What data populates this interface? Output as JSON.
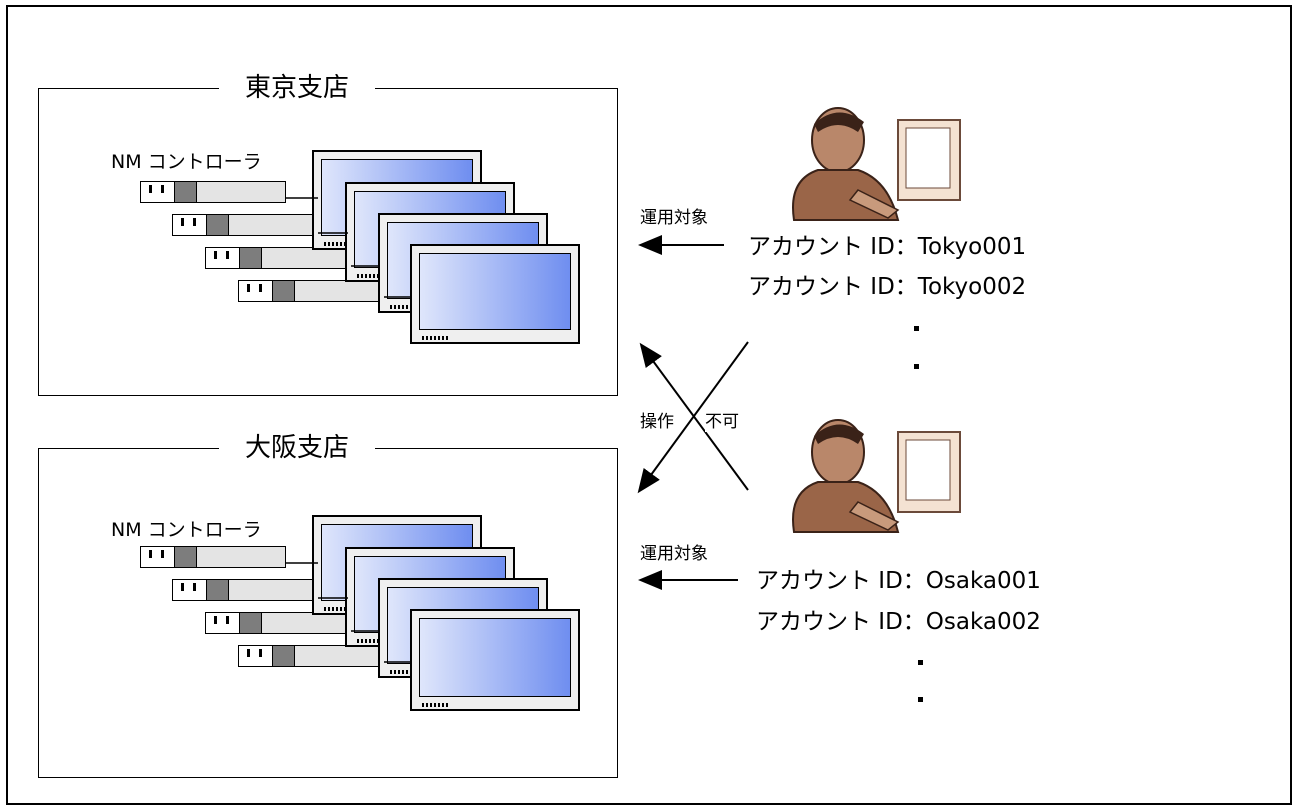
{
  "branches": [
    {
      "title": "東京支店",
      "controller_label": "NM コントローラ"
    },
    {
      "title": "大阪支店",
      "controller_label": "NM コントローラ"
    }
  ],
  "operators": [
    {
      "target_label": "運用対象",
      "accounts": [
        "アカウント ID：Tokyo001",
        "アカウント ID：Tokyo002"
      ]
    },
    {
      "target_label": "運用対象",
      "accounts": [
        "アカウント ID：Osaka001",
        "アカウント ID：Osaka002"
      ]
    }
  ],
  "cross": {
    "left_label": "操作",
    "right_label": "不可"
  },
  "icons": {
    "person": "person-at-computer-icon",
    "monitor": "display-monitor-icon",
    "controller": "controller-unit-icon"
  },
  "colors": {
    "screen_from": "#dfe6fb",
    "screen_to": "#6f8ef0",
    "unit_dark": "#7d7d7d",
    "unit_light": "#e4e4e4"
  }
}
